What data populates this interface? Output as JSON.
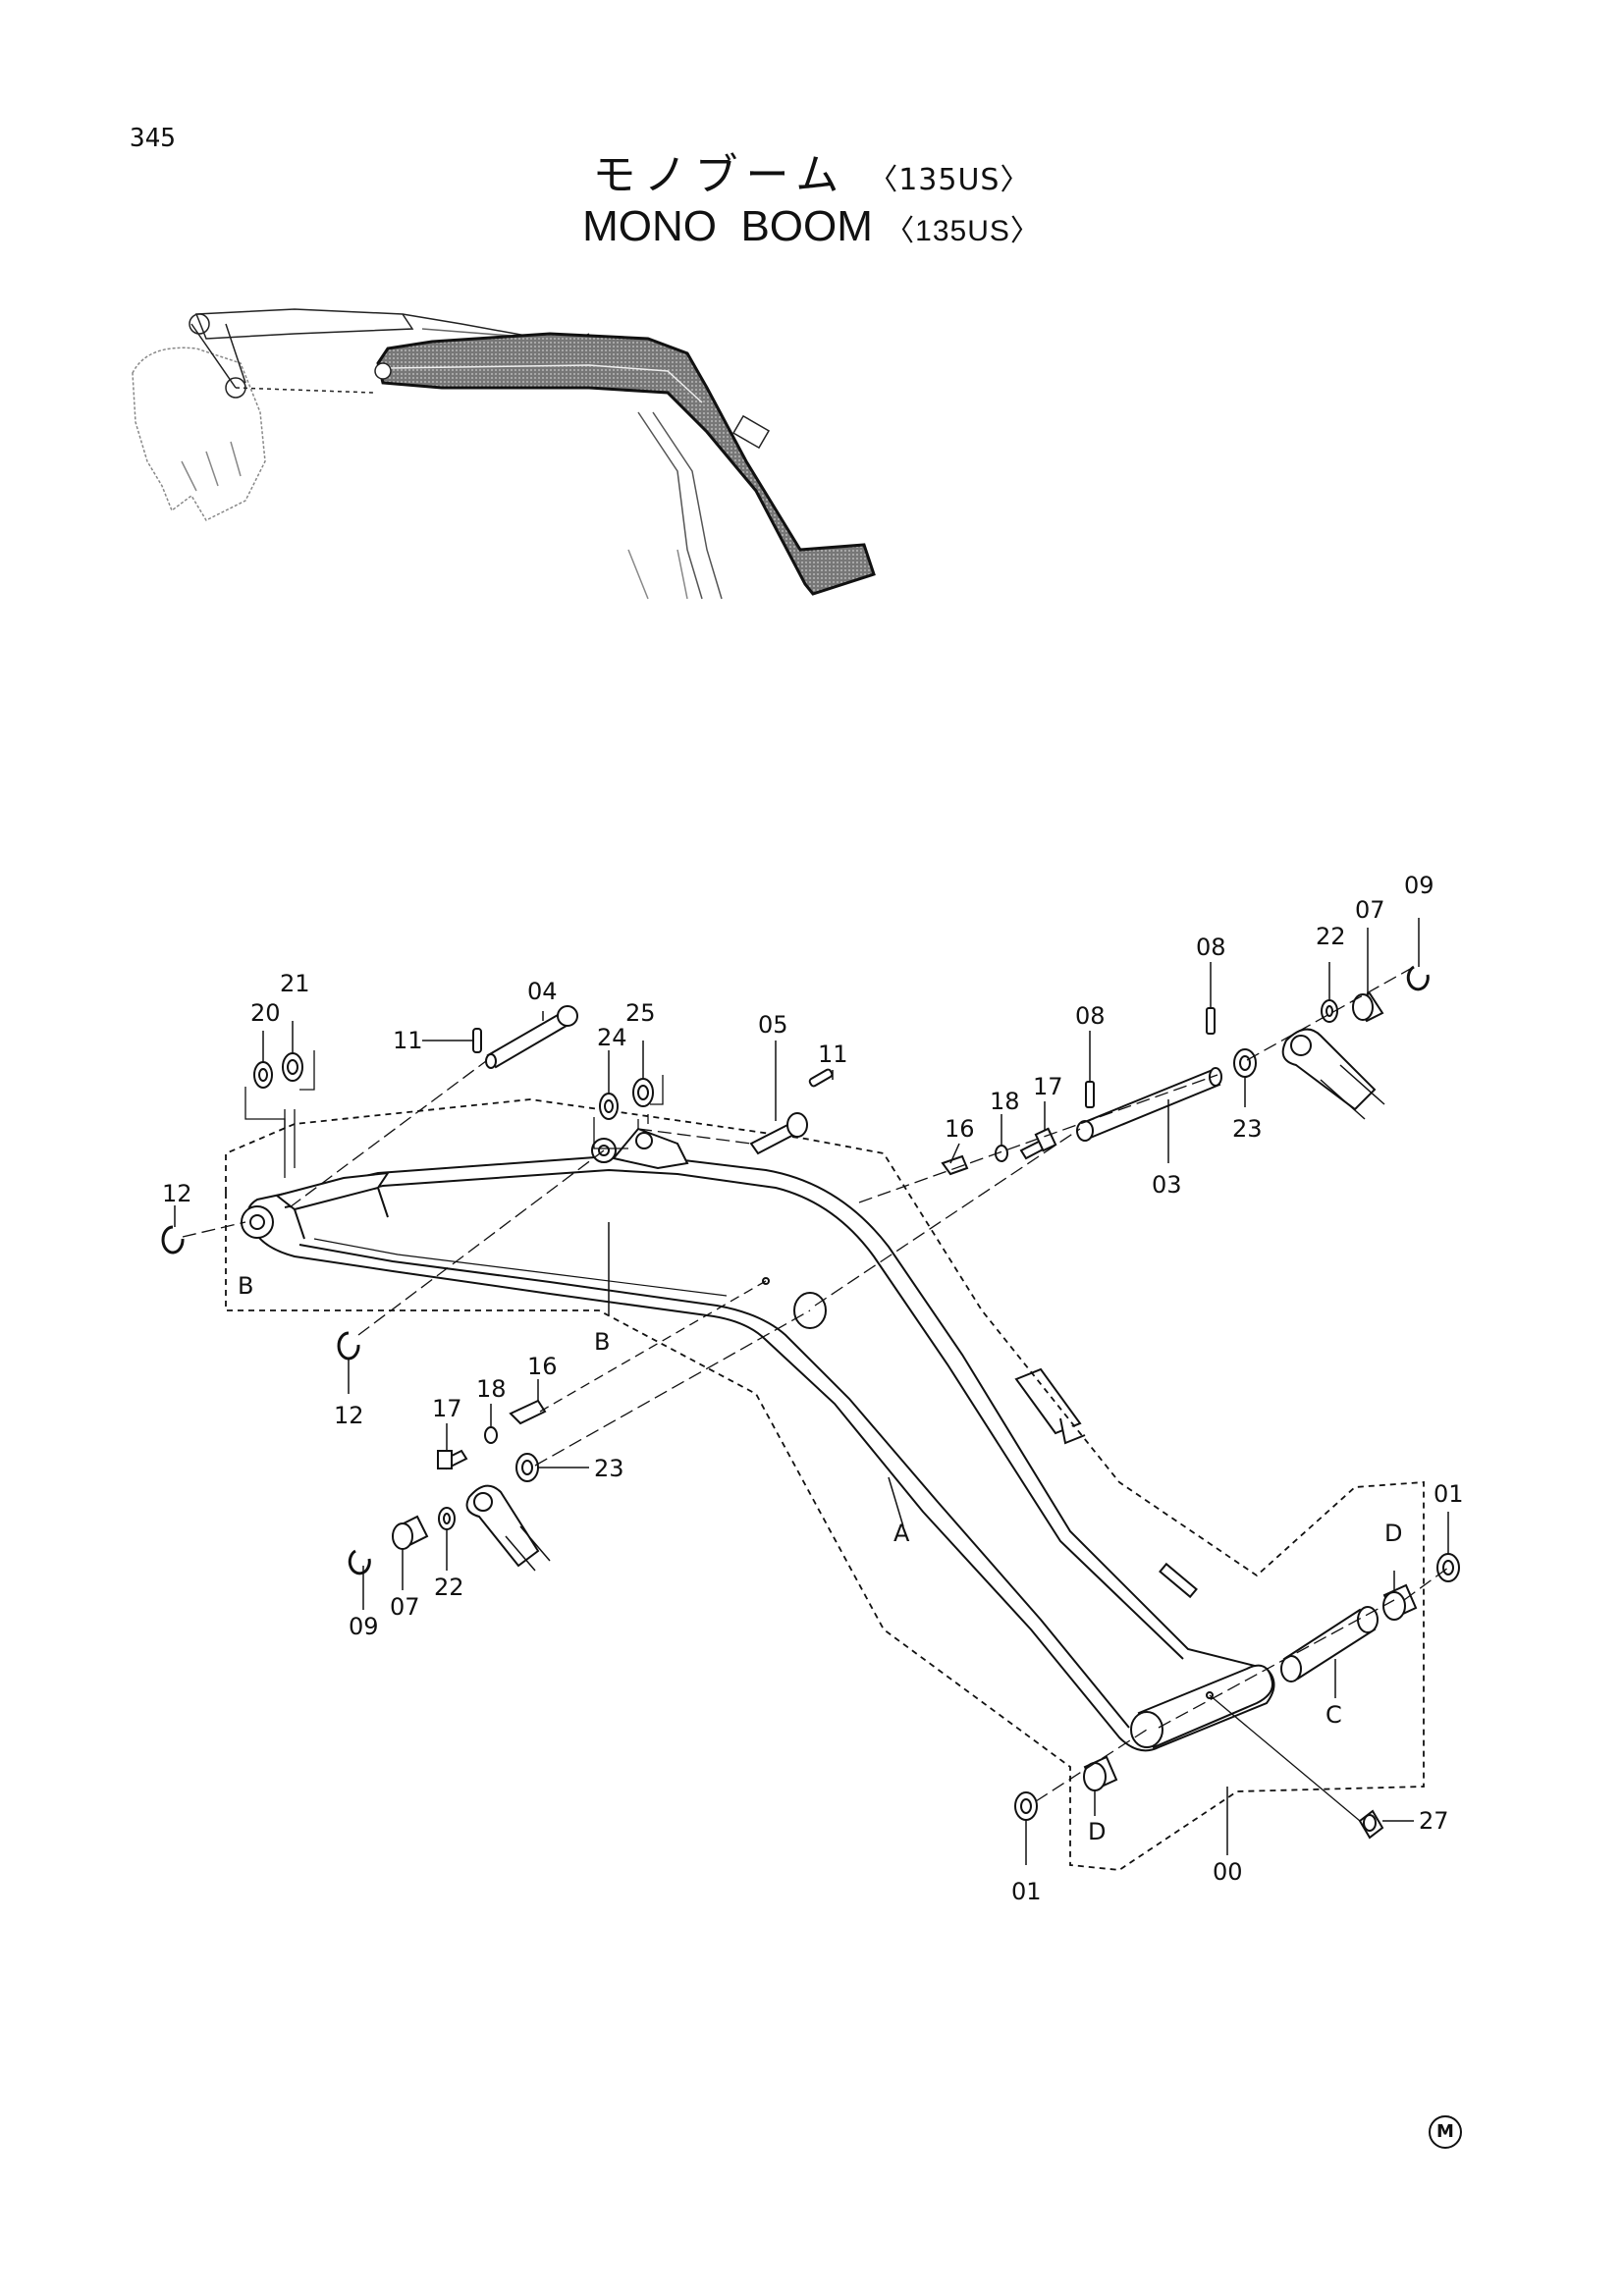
{
  "page": {
    "number": "345"
  },
  "title": {
    "jp": "モノブーム",
    "en": "MONO  BOOM",
    "model": "〈135US〉"
  },
  "callouts": {
    "c00": "00",
    "c01a": "01",
    "c01b": "01",
    "c03": "03",
    "c04": "04",
    "c05": "05",
    "c07a": "07",
    "c07b": "07",
    "c08a": "08",
    "c08b": "08",
    "c09a": "09",
    "c09b": "09",
    "c11a": "11",
    "c11b": "11",
    "c12a": "12",
    "c12b": "12",
    "c16a": "16",
    "c16b": "16",
    "c17a": "17",
    "c17b": "17",
    "c18a": "18",
    "c18b": "18",
    "c20": "20",
    "c21": "21",
    "c22a": "22",
    "c22b": "22",
    "c23a": "23",
    "c23b": "23",
    "c24": "24",
    "c25": "25",
    "c27": "27",
    "A": "A",
    "Ba": "B",
    "Bb": "B",
    "C": "C",
    "Da": "D",
    "Db": "D"
  },
  "footer": {
    "mark": "M"
  }
}
